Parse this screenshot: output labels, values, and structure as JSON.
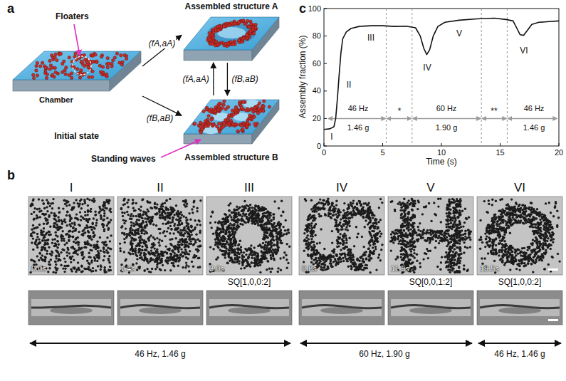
{
  "diagram": {
    "nodes": [
      {
        "text": [
          "Initial state"
        ]
      },
      {
        "text": [
          "Assembled structure A"
        ]
      },
      {
        "text": [
          "Assembled structure B"
        ]
      }
    ],
    "edges": [
      {
        "from": 0,
        "to": 1,
        "arrow": "to",
        "label": "(fA,aA)"
      },
      {
        "from": 0,
        "to": 2,
        "arrow": "to",
        "label": "(fB,aB)"
      },
      {
        "from": 2,
        "to": 1,
        "arrow": "to",
        "label": "(fA,aA)"
      },
      {
        "from": 1,
        "to": 2,
        "arrow": "to",
        "label": "(fB,aB)"
      }
    ],
    "labels": [
      "a",
      "Floaters",
      "Chamber",
      "Standing waves",
      "c",
      "Assembly fraction (%)",
      "100",
      "80",
      "60",
      "40",
      "20",
      "0",
      "0",
      "5",
      "10",
      "15",
      "20",
      "Time (s)",
      "I",
      "II",
      "III",
      "IV",
      "V",
      "VI",
      "46 Hz",
      "1.46 g",
      "*",
      "60 Hz",
      "1.90 g",
      "**",
      "46 Hz",
      "1.46 g",
      "b",
      "I",
      "II",
      "III",
      "IV",
      "V",
      "VI",
      "0.0s",
      "1.4s",
      "3.0s",
      "8.8s",
      "11.5s",
      "19.5s",
      "SQ[1,0,0:2]",
      "SQ[0,0,1:2]",
      "SQ[1,0,0:2]",
      "46 Hz, 1.46 g",
      "60 Hz, 1.90 g",
      "46 Hz, 1.46 g"
    ]
  }
}
